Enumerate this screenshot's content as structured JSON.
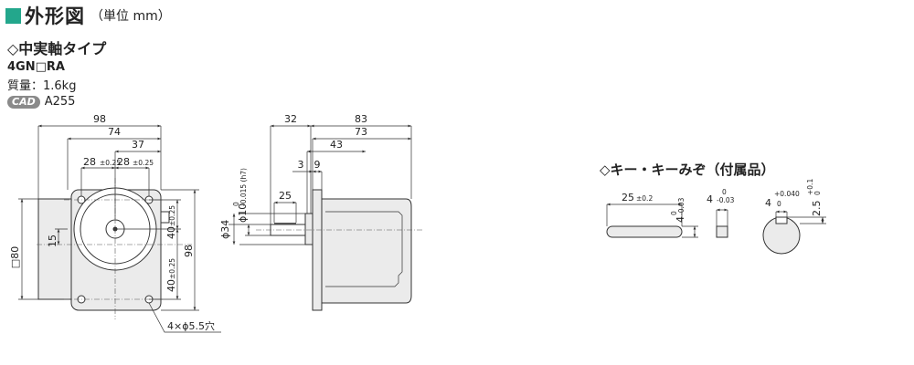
{
  "header": {
    "title": "外形図",
    "unit": "（単位 mm）",
    "accent_color": "#23a78c"
  },
  "product": {
    "type_label": "◇中実軸タイプ",
    "model": "4GN□RA",
    "mass": "質量：1.6kg",
    "cad_badge": "CAD",
    "cad_code": "A255"
  },
  "front_view": {
    "width_total": "98",
    "width_74": "74",
    "width_37": "37",
    "pitch_left": "28",
    "pitch_left_tol": "±0.25",
    "pitch_right": "28",
    "pitch_right_tol": "±0.25",
    "height_total": "98",
    "half_top": "40",
    "half_top_tol": "±0.25",
    "half_bottom": "40",
    "half_bottom_tol": "±0.25",
    "offset_15": "15",
    "square_80": "□80",
    "holes_note": "4×ϕ5.5穴"
  },
  "side_view": {
    "len_32": "32",
    "len_83": "83",
    "len_73": "73",
    "len_43": "43",
    "len_3": "3",
    "len_9": "9",
    "len_25": "25",
    "shaft_dia": "ϕ10",
    "shaft_tol": "-0.015 (h7)",
    "shaft_tol_upper": "0",
    "pilot_dia": "ϕ34"
  },
  "key": {
    "title": "◇キー・キーみぞ（付属品）",
    "length": "25",
    "length_tol": "±0.2",
    "height": "4",
    "height_tol_upper": "0",
    "height_tol_lower": "-0.03",
    "width": "4",
    "width_tol_upper": "0",
    "width_tol_lower": "-0.03",
    "slot_width": "4",
    "slot_tol_upper": "+0.040",
    "slot_tol_lower": "0",
    "slot_depth": "2.5",
    "depth_tol_upper": "+0.1",
    "depth_tol_lower": "0"
  }
}
